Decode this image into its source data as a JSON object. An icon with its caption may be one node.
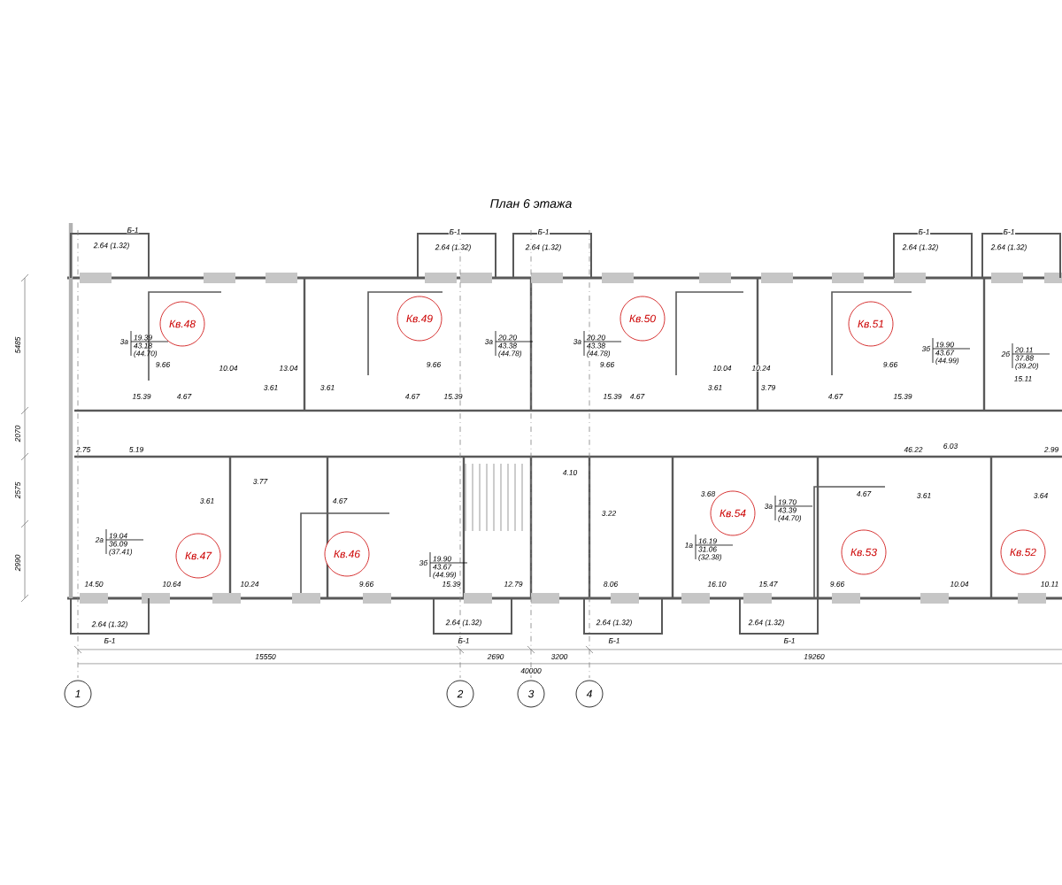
{
  "diagram": {
    "title": "План 6 этажа",
    "nodes": [
      {
        "text": [
          "Кв.48"
        ]
      },
      {
        "text": [
          "Кв.49"
        ]
      },
      {
        "text": [
          "Кв.50"
        ]
      },
      {
        "text": [
          "Кв.51"
        ]
      },
      {
        "text": [
          "Кв.47"
        ]
      },
      {
        "text": [
          "Кв.46"
        ]
      },
      {
        "text": [
          "Кв.54"
        ]
      },
      {
        "text": [
          "Кв.53"
        ]
      },
      {
        "text": [
          "Кв.52"
        ]
      },
      {
        "text": [
          "1"
        ]
      },
      {
        "text": [
          "2"
        ]
      },
      {
        "text": [
          "3"
        ]
      },
      {
        "text": [
          "4"
        ]
      }
    ],
    "labels": [
      "19.39",
      "3а",
      "43.18",
      "(44.70)",
      "20.20",
      "3а",
      "43.38",
      "(44.78)",
      "20.20",
      "3а",
      "43.38",
      "(44.78)",
      "19.90",
      "3б",
      "43.67",
      "(44.99)",
      "20.11",
      "2б",
      "37.88",
      "(39.20)",
      "19.04",
      "2а",
      "36.09",
      "(37.41)",
      "19.90",
      "3б",
      "43.67",
      "(44.99)",
      "16.19",
      "1а",
      "31.06",
      "(32.38)",
      "19.70",
      "3а",
      "43.39",
      "(44.70)",
      "Б-1",
      "2.64 (1.32)",
      "Б-1",
      "2.64 (1.32)",
      "Б-1",
      "2.64 (1.32)",
      "Б-1",
      "2.64 (1.32)",
      "Б-1",
      "2.64 (1.32)",
      "5485",
      "2070",
      "2575",
      "2990",
      "9.66",
      "10.04",
      "13.04",
      "3.61",
      "3.61",
      "15.39",
      "4.67",
      "9.66",
      "4.67",
      "15.39",
      "15.39",
      "4.67",
      "9.66",
      "10.04",
      "10.24",
      "3.61",
      "3.79",
      "4.67",
      "9.66",
      "15.39",
      "15.11",
      "2.75",
      "5.19",
      "46.22",
      "6.03",
      "2.99",
      "3.61",
      "3.77",
      "4.67",
      "4.10",
      "3.22",
      "3.68",
      "4.67",
      "3.61",
      "3.64",
      "14.50",
      "10.64",
      "10.24",
      "9.66",
      "15.39",
      "12.79",
      "8.06",
      "16.10",
      "15.47",
      "9.66",
      "10.04",
      "10.11",
      "2.64 (1.32)",
      "Б-1",
      "2.64 (1.32)",
      "Б-1",
      "2.64 (1.32)",
      "Б-1",
      "2.64 (1.32)",
      "Б-1",
      "15550",
      "2690",
      "3200",
      "19260",
      "40000"
    ]
  }
}
